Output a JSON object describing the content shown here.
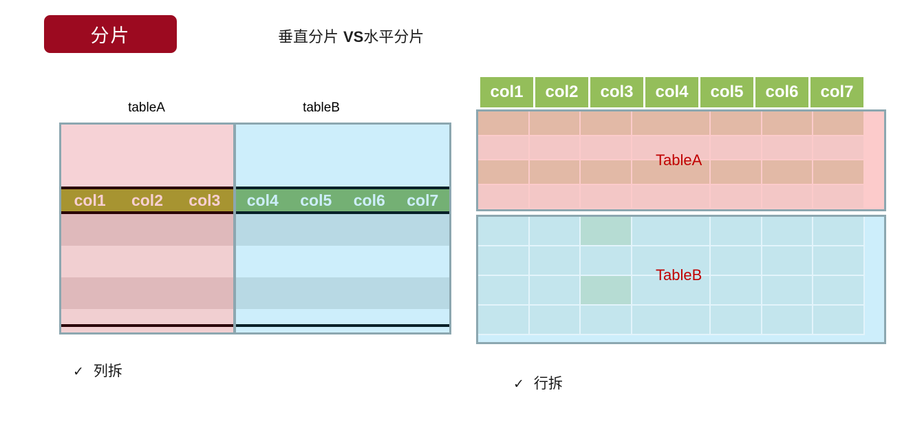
{
  "slide": {
    "badge_label": "分片",
    "subtitle_prefix": "垂直分片 ",
    "subtitle_vs": "VS",
    "subtitle_suffix": "水平分片",
    "badge_color": "#9c0a20"
  },
  "vertical": {
    "caption_a": "tableA",
    "caption_b": "tableB",
    "left_columns": [
      "col1",
      "col2",
      "col3"
    ],
    "right_columns": [
      "col4",
      "col5",
      "col6",
      "col7"
    ],
    "left_fill": "#f1cfd1",
    "right_fill": "#cdeefb",
    "left_header_fill": "#a79431",
    "right_header_fill": "#74b074",
    "row_count": 4,
    "bullet": "列拆",
    "bullet_tick": "✓"
  },
  "horizontal": {
    "columns": [
      "col1",
      "col2",
      "col3",
      "col4",
      "col5",
      "col6",
      "col7"
    ],
    "column_header_fill": "#94be5a",
    "table_a_label": "TableA",
    "table_b_label": "TableB",
    "table_a_fill": "#fccbcb",
    "table_b_fill": "#cdeefb",
    "label_color": "#c00000",
    "table_a_rows": 4,
    "table_b_rows": 4,
    "bullet": "行拆",
    "bullet_tick": "✓"
  },
  "chart_data": {
    "type": "diagram",
    "title": "垂直分片 VS水平分片",
    "panels": [
      {
        "name": "vertical-sharding",
        "caption": "列拆",
        "tables": [
          {
            "name": "tableA",
            "columns": [
              "col1",
              "col2",
              "col3"
            ],
            "rows": 4
          },
          {
            "name": "tableB",
            "columns": [
              "col4",
              "col5",
              "col6",
              "col7"
            ],
            "rows": 4
          }
        ]
      },
      {
        "name": "horizontal-sharding",
        "caption": "行拆",
        "columns": [
          "col1",
          "col2",
          "col3",
          "col4",
          "col5",
          "col6",
          "col7"
        ],
        "tables": [
          {
            "name": "TableA",
            "rows": 4
          },
          {
            "name": "TableB",
            "rows": 4,
            "highlighted_column": "col3",
            "highlighted_rows": [
              1,
              3
            ]
          }
        ]
      }
    ]
  }
}
